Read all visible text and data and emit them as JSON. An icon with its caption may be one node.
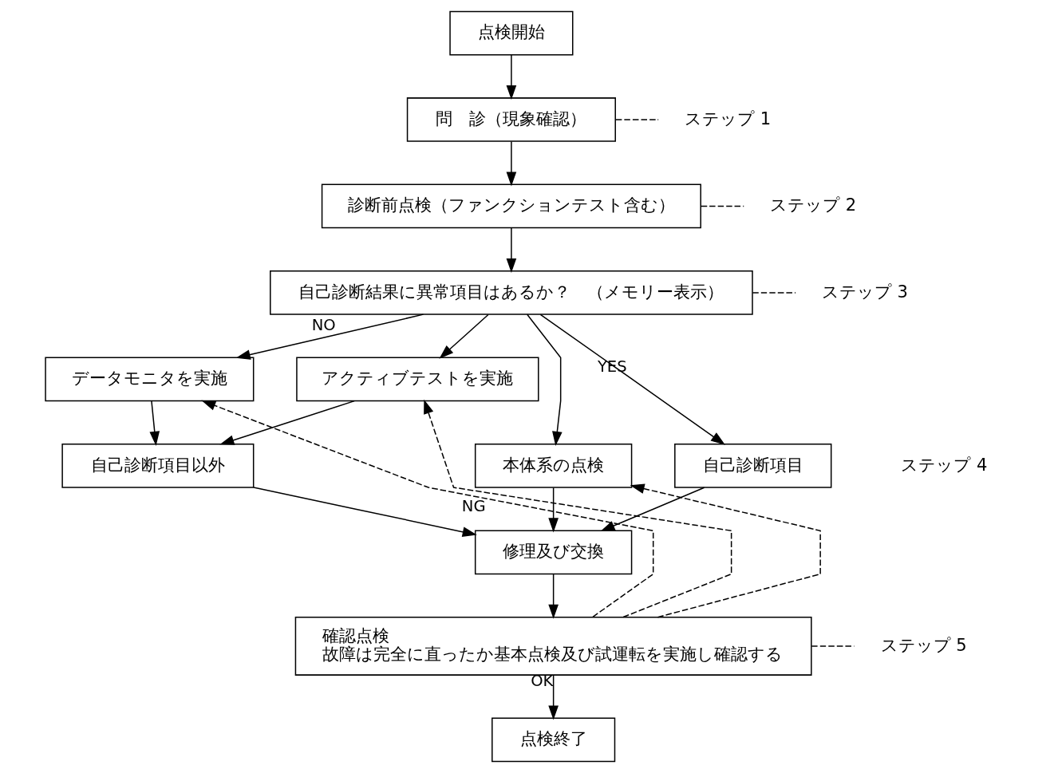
{
  "diagram": {
    "nodes": [
      {
        "text": [
          "点検開始"
        ]
      },
      {
        "text": [
          "問　診（現象確認）"
        ]
      },
      {
        "text": [
          "診断前点検（ファンクションテスト含む）"
        ]
      },
      {
        "text": [
          "自己診断結果に異常項目はあるか？　（メモリー表示）"
        ]
      },
      {
        "text": [
          "データモニタを実施"
        ]
      },
      {
        "text": [
          "アクティブテストを実施"
        ]
      },
      {
        "text": [
          "本体系の点検"
        ]
      },
      {
        "text": [
          "自己診断項目"
        ]
      },
      {
        "text": [
          "自己診断項目以外"
        ]
      },
      {
        "text": [
          "修理及び交換"
        ]
      },
      {
        "text": [
          "確認点検",
          "故障は完全に直ったか基本点検及び試運転を実施し確認する"
        ]
      },
      {
        "text": [
          "点検終了"
        ]
      },
      {
        "text": [
          "ステップ 1"
        ]
      },
      {
        "text": [
          "ステップ 2"
        ]
      },
      {
        "text": [
          "ステップ 3"
        ]
      },
      {
        "text": [
          "ステップ 5"
        ]
      }
    ],
    "edges": [
      {
        "from": 0,
        "to": 1,
        "arrow": "to"
      },
      {
        "from": 1,
        "to": 2,
        "arrow": "to"
      },
      {
        "from": 2,
        "to": 3,
        "arrow": "to"
      },
      {
        "from": 3,
        "to": 7,
        "arrow": "to",
        "label": "YES"
      },
      {
        "from": 3,
        "to": 4,
        "arrow": "to",
        "label": "NO"
      },
      {
        "from": 3,
        "to": 5,
        "arrow": "to"
      },
      {
        "from": 3,
        "to": 6,
        "arrow": "to"
      },
      {
        "from": 4,
        "to": 8,
        "arrow": "to"
      },
      {
        "from": 5,
        "to": 8,
        "arrow": "to"
      },
      {
        "from": 7,
        "to": 9,
        "arrow": "to"
      },
      {
        "from": 8,
        "to": 9,
        "arrow": "to"
      },
      {
        "from": 6,
        "to": 9,
        "arrow": "to"
      },
      {
        "from": 9,
        "to": 10,
        "arrow": "to"
      },
      {
        "from": 10,
        "to": 11,
        "arrow": "to",
        "label": "OK"
      },
      {
        "from": 10,
        "to": 4,
        "arrow": "to",
        "label": "NG",
        "style": "dashed"
      },
      {
        "from": 10,
        "to": 5,
        "arrow": "to",
        "style": "dashed"
      },
      {
        "from": 10,
        "to": 6,
        "arrow": "to",
        "style": "dashed"
      },
      {
        "from": 1,
        "to": 12,
        "arrow": "none",
        "style": "dashed"
      },
      {
        "from": 2,
        "to": 13,
        "arrow": "none",
        "style": "dashed"
      },
      {
        "from": 3,
        "to": 14,
        "arrow": "none",
        "style": "dashed"
      },
      {
        "from": 10,
        "to": 15,
        "arrow": "none",
        "style": "dashed"
      }
    ],
    "labels": [
      "ステップ 4"
    ]
  }
}
